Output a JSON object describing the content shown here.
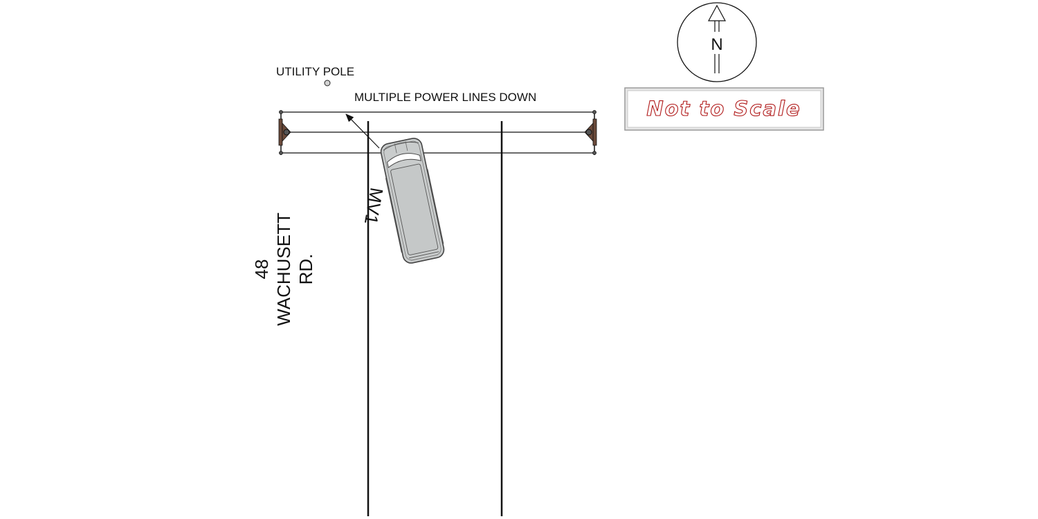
{
  "diagram": {
    "labels": {
      "utility_pole": "UTILITY POLE",
      "power_lines": "MULTIPLE POWER LINES DOWN",
      "vehicle": "MV1",
      "address_number": "48",
      "address_street": "WACHUSETT",
      "address_suffix": "RD.",
      "north": "N",
      "scale_note": "Not to Scale"
    },
    "colors": {
      "line": "#111111",
      "vehicle_body": "#c9cccc",
      "vehicle_outline": "#555555",
      "pole_fill": "#6b4a3a",
      "scale_text": "#b01818",
      "scale_box": "#e6e6e6"
    },
    "icons": {
      "compass": "north-arrow-icon",
      "vehicle": "van-icon",
      "pole": "utility-pole-icon"
    }
  }
}
